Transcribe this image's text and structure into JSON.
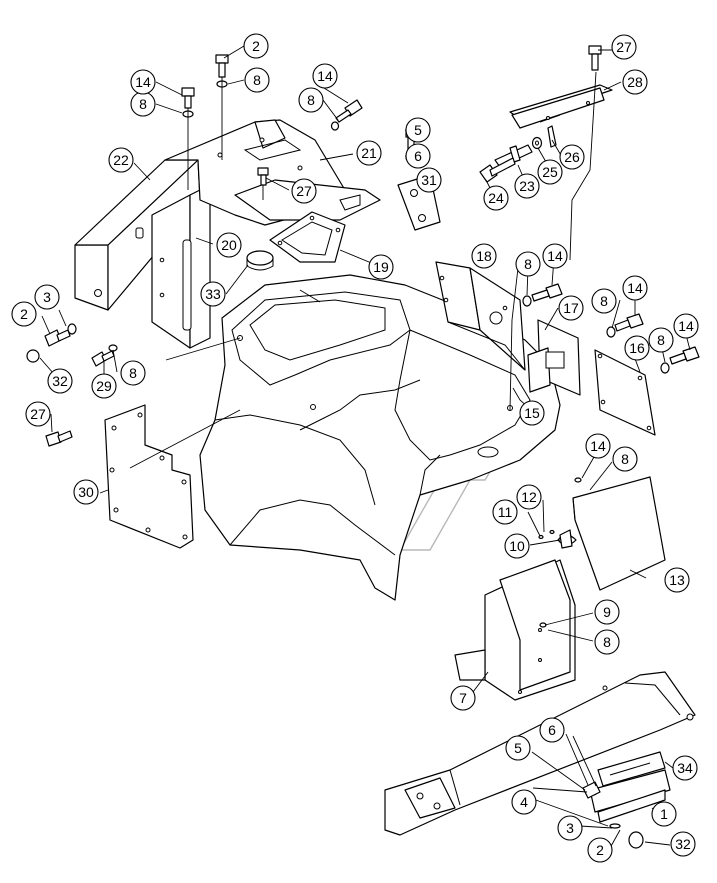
{
  "callouts": [
    {
      "label": "1"
    },
    {
      "label": "2"
    },
    {
      "label": "2"
    },
    {
      "label": "2"
    },
    {
      "label": "3"
    },
    {
      "label": "3"
    },
    {
      "label": "4"
    },
    {
      "label": "5"
    },
    {
      "label": "5"
    },
    {
      "label": "6"
    },
    {
      "label": "6"
    },
    {
      "label": "7"
    },
    {
      "label": "8"
    },
    {
      "label": "8"
    },
    {
      "label": "8"
    },
    {
      "label": "8"
    },
    {
      "label": "8"
    },
    {
      "label": "8"
    },
    {
      "label": "8"
    },
    {
      "label": "8"
    },
    {
      "label": "8"
    },
    {
      "label": "9"
    },
    {
      "label": "10"
    },
    {
      "label": "11"
    },
    {
      "label": "12"
    },
    {
      "label": "13"
    },
    {
      "label": "14"
    },
    {
      "label": "14"
    },
    {
      "label": "14"
    },
    {
      "label": "14"
    },
    {
      "label": "14"
    },
    {
      "label": "14"
    },
    {
      "label": "15"
    },
    {
      "label": "16"
    },
    {
      "label": "17"
    },
    {
      "label": "18"
    },
    {
      "label": "19"
    },
    {
      "label": "20"
    },
    {
      "label": "21"
    },
    {
      "label": "22"
    },
    {
      "label": "23"
    },
    {
      "label": "24"
    },
    {
      "label": "25"
    },
    {
      "label": "26"
    },
    {
      "label": "27"
    },
    {
      "label": "27"
    },
    {
      "label": "27"
    },
    {
      "label": "28"
    },
    {
      "label": "29"
    },
    {
      "label": "30"
    },
    {
      "label": "31"
    },
    {
      "label": "32"
    },
    {
      "label": "32"
    },
    {
      "label": "33"
    },
    {
      "label": "34"
    }
  ]
}
